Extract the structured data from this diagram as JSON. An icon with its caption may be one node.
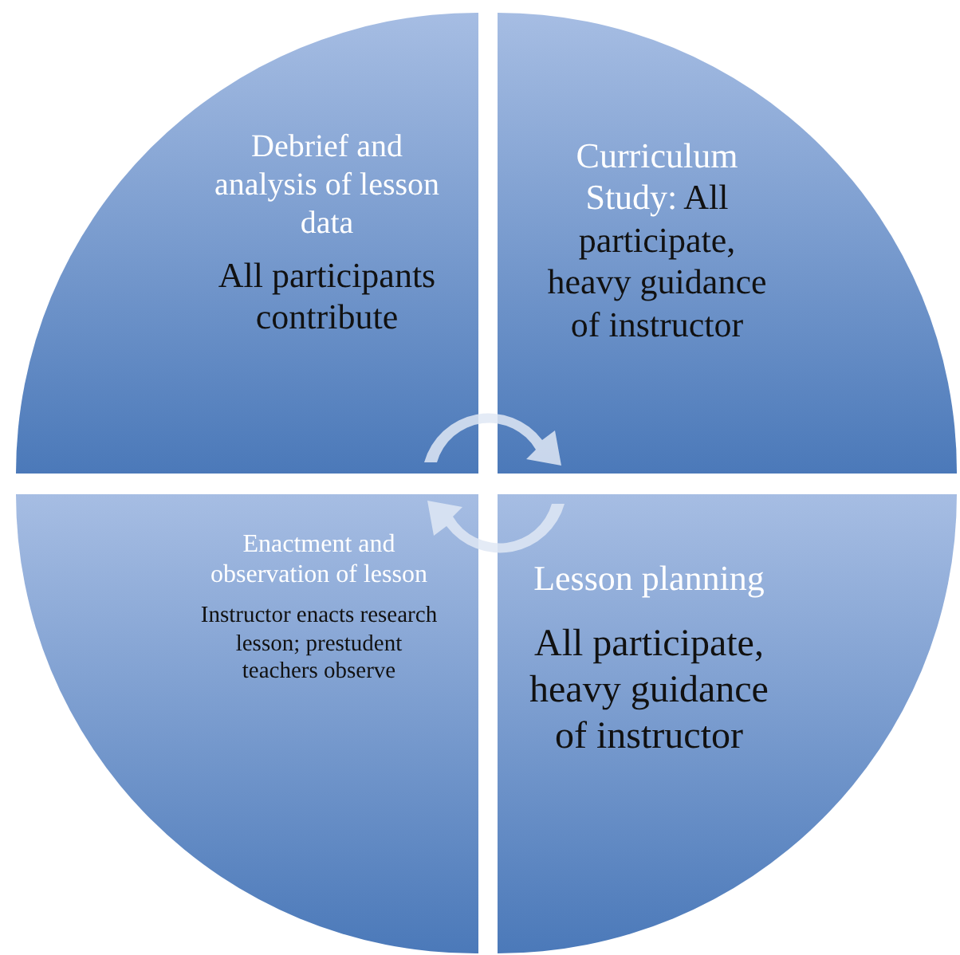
{
  "diagram": {
    "nodes": [
      {
        "text": [
          "Debrief and analysis of lesson data",
          "All participants contribute"
        ]
      },
      {
        "text": [
          "Curriculum Study:",
          "All participate, heavy guidance of instructor"
        ]
      },
      {
        "text": [
          "Enactment and observation of lesson",
          "Instructor enacts research lesson; prestudent teachers observe"
        ]
      },
      {
        "text": [
          "Lesson planning",
          "All participate, heavy guidance of instructor"
        ]
      }
    ]
  }
}
